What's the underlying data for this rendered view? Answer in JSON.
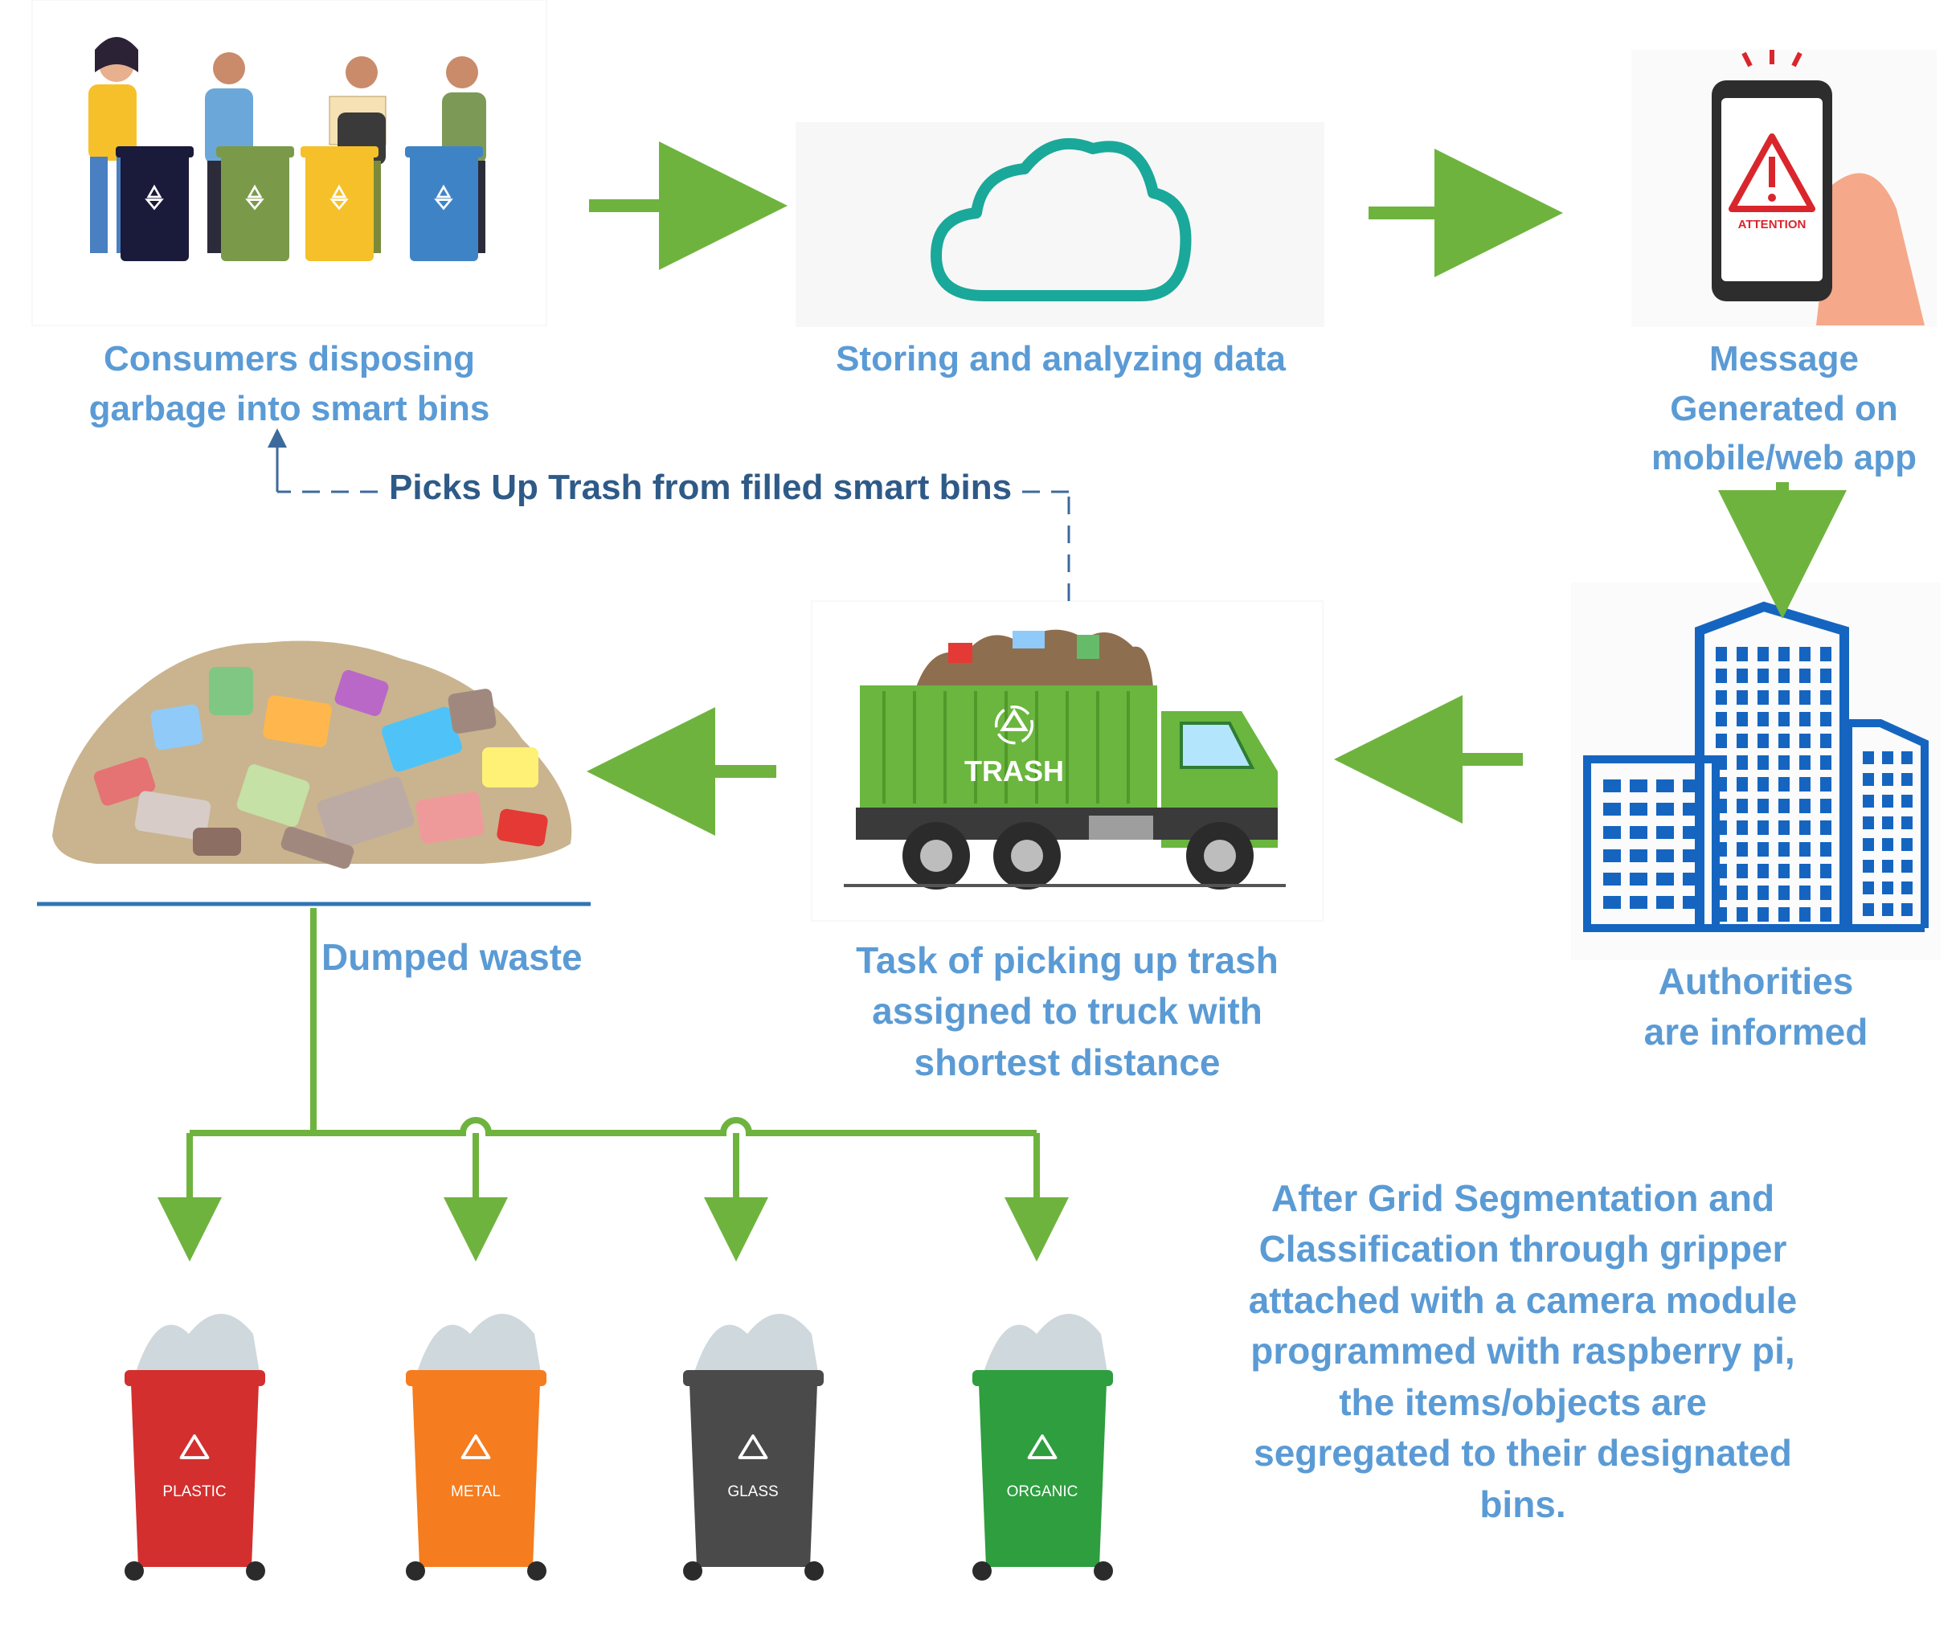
{
  "nodes": {
    "consumers": {
      "label_lines": [
        "Consumers disposing",
        "garbage into smart bins"
      ]
    },
    "cloud": {
      "label": "Storing and analyzing data"
    },
    "message": {
      "label_lines": [
        "Message",
        "Generated on",
        "mobile/web app"
      ],
      "phone_screen_text": "ATTENTION"
    },
    "authorities": {
      "label_lines": [
        "Authorities",
        "are informed"
      ]
    },
    "truck": {
      "label_lines": [
        "Task of picking up trash",
        "assigned to truck with",
        "shortest distance"
      ],
      "truck_text": "TRASH"
    },
    "dump": {
      "label": "Dumped waste"
    },
    "pickup_loop": {
      "label": "Picks Up Trash from filled smart bins"
    }
  },
  "bins": [
    {
      "label": "PLASTIC",
      "color": "#d32f2f"
    },
    {
      "label": "METAL",
      "color": "#f57c1f"
    },
    {
      "label": "GLASS",
      "color": "#4a4a4a"
    },
    {
      "label": "ORGANIC",
      "color": "#2e9e3f"
    }
  ],
  "consumer_bins": [
    {
      "color": "#1a1a3a"
    },
    {
      "color": "#7a9a4a"
    },
    {
      "color": "#f5c02a"
    },
    {
      "color": "#3f83c7"
    }
  ],
  "segregation_note": {
    "lines": [
      "After Grid Segmentation and",
      "Classification through gripper",
      "attached with a camera module",
      "programmed with raspberry pi,",
      "the items/objects are",
      "segregated to their designated",
      "bins."
    ]
  },
  "colors": {
    "arrow": "#6fb33f",
    "label": "#5b9bd5",
    "dashed": "#3d6a9c",
    "cloud": "#1aa89a",
    "building": "#1565c0",
    "truck": "#6ab63e"
  }
}
